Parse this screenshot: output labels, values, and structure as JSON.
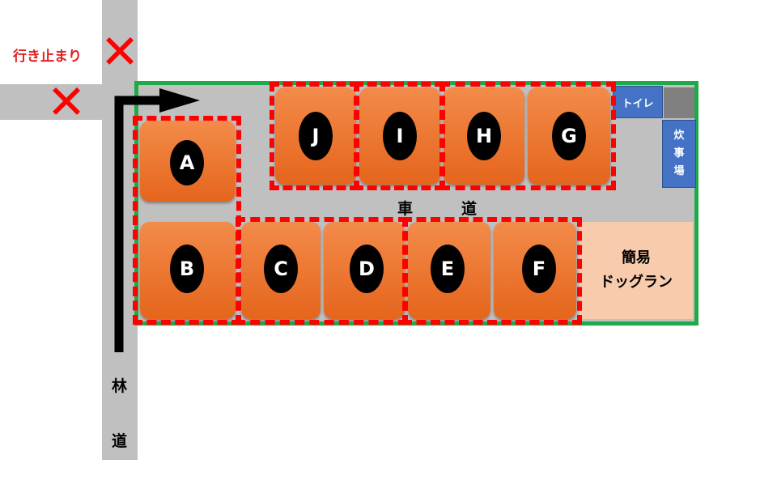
{
  "labels": {
    "dead_end": "行き止まり",
    "forest_road_1": "林",
    "forest_road_2": "道",
    "car_road_1": "車",
    "car_road_2": "道",
    "toilet": "トイレ",
    "kitchen_1": "炊",
    "kitchen_2": "事",
    "kitchen_3": "場",
    "dog_run_1": "簡易",
    "dog_run_2": "ドッグラン"
  },
  "sites": {
    "a": "A",
    "b": "B",
    "c": "C",
    "d": "D",
    "e": "E",
    "f": "F",
    "g": "G",
    "h": "H",
    "i": "I",
    "j": "J"
  },
  "markers": {
    "blocked": "✕"
  },
  "colors": {
    "road": "#c0c0c0",
    "lot_border": "#1faa4a",
    "site": "#ee7a35",
    "dash": "#ff0000",
    "facility": "#4472c4",
    "dog_run": "#f8cbad",
    "dead_end_text": "#e02020"
  }
}
